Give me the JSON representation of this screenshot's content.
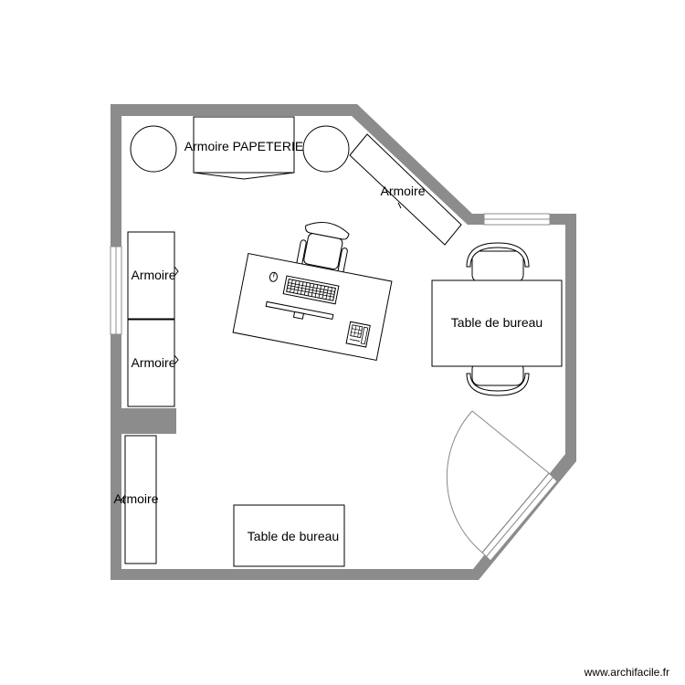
{
  "plan": {
    "wall_color": "#8c8c8c",
    "furniture_stroke": "#000000",
    "door_stroke": "#888888",
    "labels": {
      "armoire_papeterie": "Armoire PAPETERIE",
      "armoire_diagonal": "Armoire",
      "armoire_left_top": "Armoire",
      "armoire_left_bottom": "Armoire",
      "armoire_bottom_left": "Armoire",
      "table_right": "Table de bureau",
      "table_bottom": "Table de bureau"
    }
  },
  "watermark": "www.archifacile.fr"
}
